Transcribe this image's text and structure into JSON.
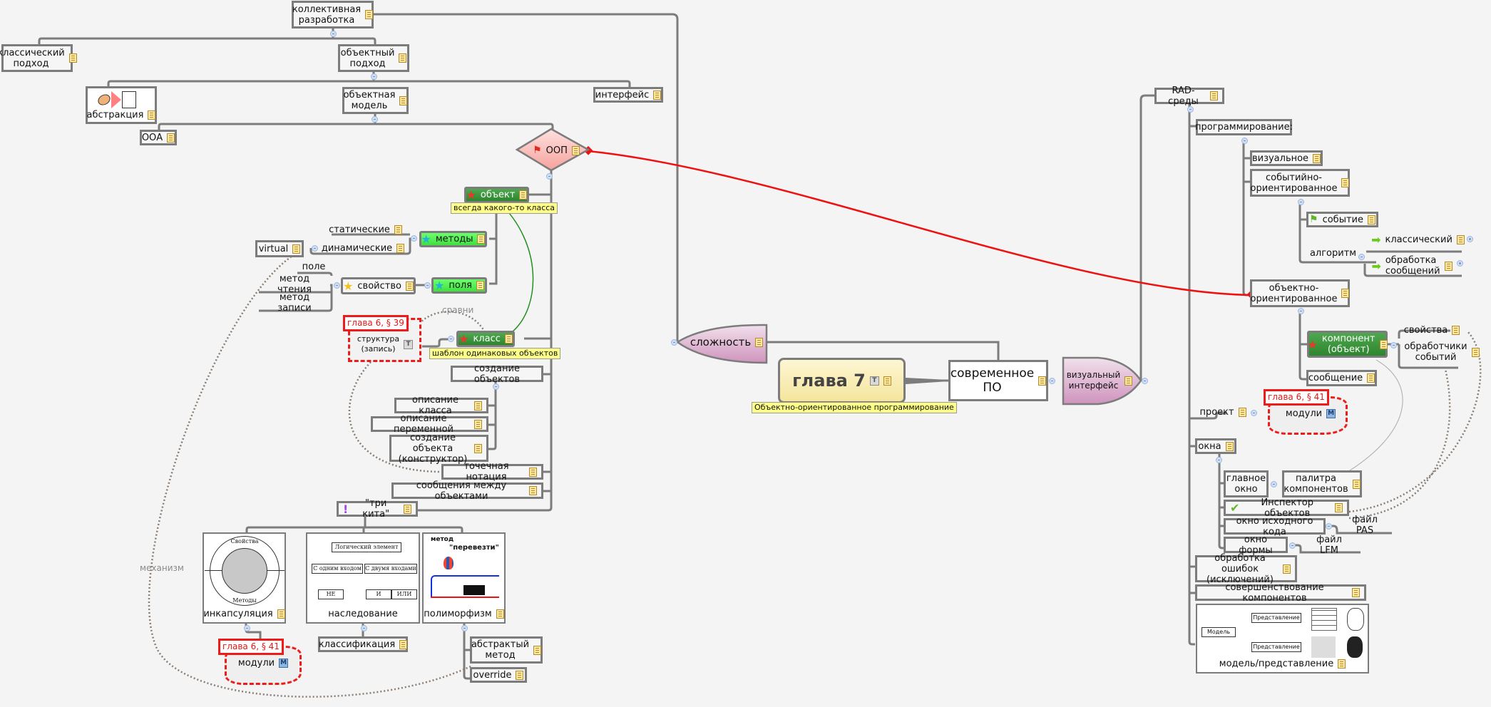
{
  "colors": {
    "background": "#f4f4f4",
    "connector": "#7c7c7c",
    "relation_red": "#ee1111",
    "relation_green": "#22911f",
    "relation_dotted": "#8a7d72",
    "callout": "#ffff88",
    "ref_red": "#ee1b1b",
    "central_topic": "#f8efb0",
    "purple_shape": "#d39bc4",
    "oop_diamond": "#f9b3b0"
  },
  "central": {
    "title": "глава 7",
    "callout": "Объектно-ориентированное программирование",
    "icons": [
      "text-icon",
      "note-icon"
    ]
  },
  "main_topics": {
    "modern_sw": "современное\nПО",
    "visual_interface": "визуальный\nинтерфейс",
    "complexity": "сложность"
  },
  "left": {
    "collective": "коллективная\nразработка",
    "classic_approach": "классический\nподход",
    "object_approach": "объектный\nподход",
    "abstraction": "абстракция",
    "object_model": "объектная\nмодель",
    "interface": "интерфейс",
    "ooa": "ООА",
    "oop": "ООП",
    "object": "объект",
    "object_callout": "всегда какого-то класса",
    "methods": "методы",
    "fields": "поля",
    "static": "статические",
    "dynamic": "динамические",
    "virtual": "virtual",
    "property": "свойство",
    "field": "поле",
    "read_method": "метод чтения",
    "write_method": "метод записи",
    "class": "класс",
    "class_callout": "шаблон одинаковых объектов",
    "struct_ref": "глава 6, § 39",
    "struct": "структура\n(запись)",
    "compare_label": "сравни",
    "create_objects": "создание объектов",
    "class_desc": "описание класса",
    "var_desc": "описание переменной",
    "obj_create": "создание объекта\n(конструктор)",
    "dot_notation": "точечная нотация",
    "messages": "сообщения между объектами",
    "three_whales": "\"три кита\"",
    "encapsulation": "инкапсуляция",
    "encaps_img_top": "Свойства",
    "encaps_img_bottom": "Методы",
    "inheritance": "наследование",
    "inh_img": {
      "root": "Логический элемент",
      "left": "С одним входом",
      "right": "С двумя входами",
      "leaf1": "НЕ",
      "leaf2": "И",
      "leaf3": "ИЛИ"
    },
    "polymorphism": "полиморфизм",
    "poly_img_title1": "метод",
    "poly_img_title2": "\"перевезти\"",
    "classification": "классификация",
    "modules_ref": "глава 6, § 41",
    "modules": "модули",
    "abstract_method": "абстрактый\nметод",
    "override": "override",
    "mechanism_label": "механизм"
  },
  "right": {
    "rad": "RAD-среды",
    "programming": "программирование:",
    "visual": "визуальное",
    "event_oriented": "событийно-\nориентированное",
    "event": "событие",
    "algorithm": "алгоритм",
    "classic": "классический",
    "msg_processing": "обработка\nсообщений",
    "object_oriented": "объектно-\nориентированное",
    "component": "компонент\n(объект)",
    "properties": "свойства",
    "event_handlers": "обработчики\nсобытий",
    "message": "сообщение",
    "project": "проект",
    "modules_ref": "глава 6, § 41",
    "modules": "модули",
    "windows": "окна",
    "main_window": "главное\nокно",
    "palette": "палитра\nкомпонентов",
    "inspector": "Инспектор объектов",
    "source_window": "окно исходного кода",
    "pas_file": "файл PAS",
    "form_window": "окно формы",
    "lfm_file": "файл LFM",
    "errors": "обработка ошибок\n(исключений)",
    "improve": "совершенствование компонентов",
    "mvc": "модель/представление",
    "mvc_img": {
      "model": "Модель",
      "view1": "Представление",
      "view2": "Представление"
    }
  }
}
